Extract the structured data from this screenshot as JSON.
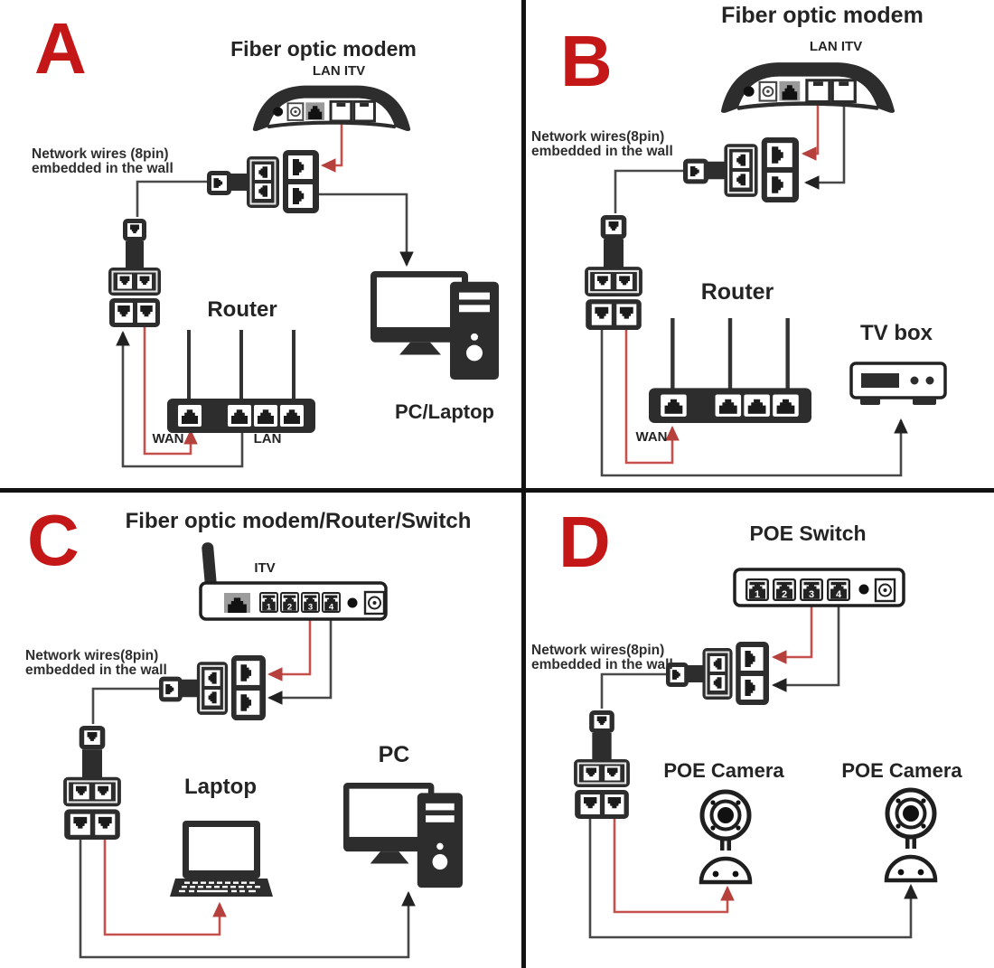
{
  "colors": {
    "accent_red": "#c41717",
    "wire_red": "#c6504c",
    "wire_dark": "#474747",
    "device_dark": "#2d2d2d",
    "background": "#ffffff"
  },
  "panels": {
    "a": {
      "letter": "A",
      "title": "Fiber optic modem",
      "modem_ports_label": "LAN ITV",
      "wall_label": [
        "Network wires (8pin)",
        "embedded in the wall"
      ],
      "router_label": "Router",
      "wan_label": "WAN",
      "lan_label": "LAN",
      "pc_label": "PC/Laptop"
    },
    "b": {
      "letter": "B",
      "title": "Fiber optic modem",
      "modem_ports_label": "LAN ITV",
      "wall_label": [
        "Network wires(8pin)",
        "embedded in the wall"
      ],
      "router_label": "Router",
      "wan_label": "WAN",
      "tv_box_label": "TV box"
    },
    "c": {
      "letter": "C",
      "title": "Fiber optic modem/Router/Switch",
      "device_label": "ITV",
      "wall_label": [
        "Network wires(8pin)",
        "embedded in the wall"
      ],
      "port_numbers": [
        "1",
        "2",
        "3",
        "4"
      ],
      "laptop_label": "Laptop",
      "pc_label": "PC"
    },
    "d": {
      "letter": "D",
      "title": "POE Switch",
      "wall_label": [
        "Network wires(8pin)",
        "embedded in the wall"
      ],
      "port_numbers": [
        "1",
        "2",
        "3",
        "4"
      ],
      "camera_labels": [
        "POE Camera",
        "POE Camera"
      ]
    }
  }
}
